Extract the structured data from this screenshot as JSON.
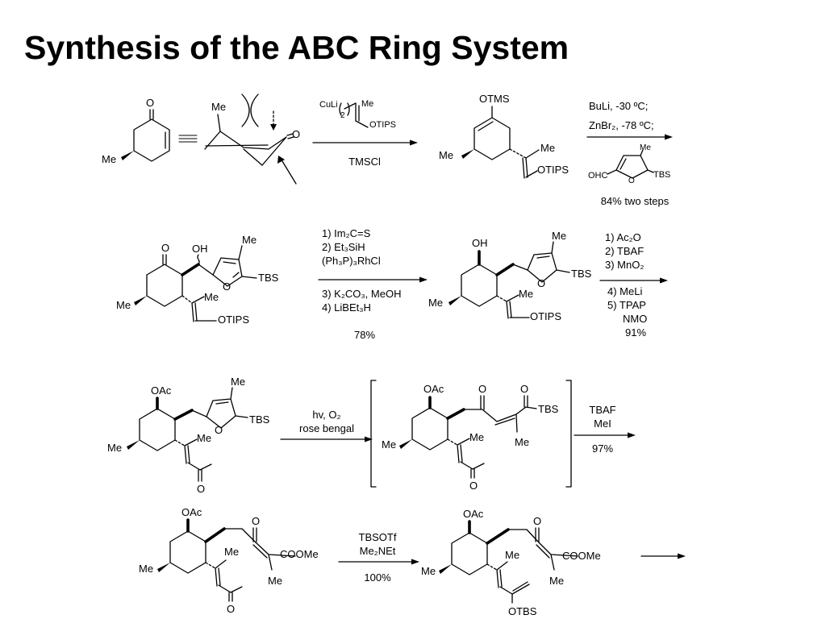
{
  "title": "Synthesis of the ABC Ring System",
  "labels": {
    "O": "O",
    "OH": "OH",
    "Me": "Me",
    "OTMS": "OTMS",
    "OTIPS": "OTIPS",
    "TBS": "TBS",
    "OAc": "OAc",
    "OTBS": "OTBS",
    "COOMe": "COOMe",
    "OHC": "OHC",
    "CuLi": "CuLi",
    "two": "2"
  },
  "steps": {
    "s1": {
      "below": "TMSCl"
    },
    "s2": {
      "above1": "BuLi, -30 ºC;",
      "above2": "ZnBr₂, -78 ºC;",
      "yield": "84% two steps"
    },
    "s3": {
      "above": [
        "1) Im₂C=S",
        "2) Et₃SiH",
        "(Ph₃P)₃RhCl"
      ],
      "below": [
        "3) K₂CO₃, MeOH",
        "4) LiBEt₃H"
      ],
      "yield": "78%"
    },
    "s4": {
      "above": [
        "1) Ac₂O",
        "2) TBAF",
        "3) MnO₂"
      ],
      "below": [
        "4) MeLi",
        "5) TPAP",
        "NMO"
      ],
      "yield": "91%"
    },
    "s5": {
      "above": "hv, O₂",
      "below": "rose bengal"
    },
    "s6": {
      "above1": "TBAF",
      "above2": "MeI",
      "yield": "97%"
    },
    "s7": {
      "above1": "TBSOTf",
      "above2": "Me₂NEt",
      "yield": "100%"
    }
  }
}
